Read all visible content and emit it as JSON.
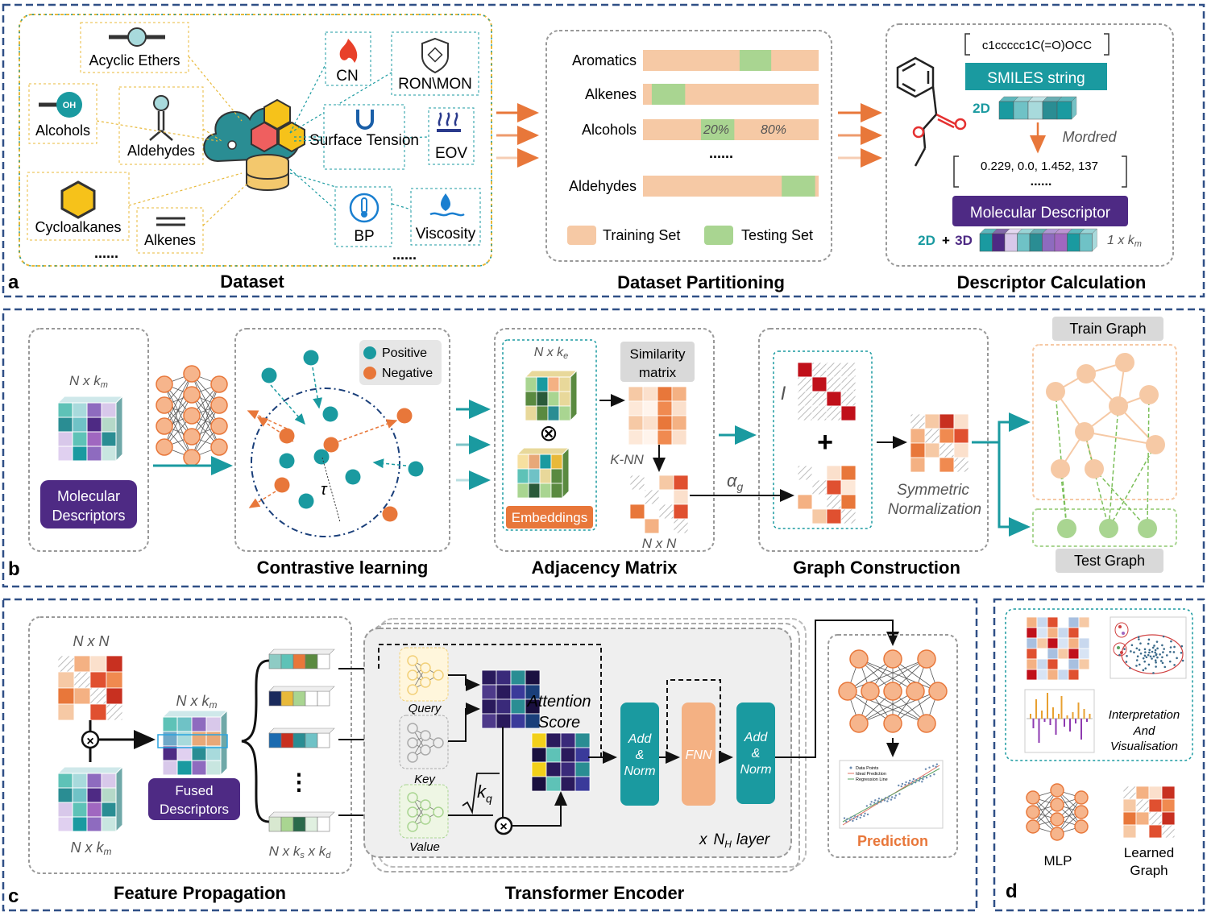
{
  "panel_a": {
    "letter": "a",
    "dataset_title": "Dataset",
    "partition_title": "Dataset Partitioning",
    "descriptor_title": "Descriptor Calculation",
    "families": [
      "Acyclic Ethers",
      "Alcohols",
      "Aldehydes",
      "Cycloalkanes",
      "Alkenes",
      "......"
    ],
    "oh_label": "OH",
    "properties": [
      "CN",
      "RON\\MON",
      "Surface Tension",
      "EOV",
      "BP",
      "Viscosity",
      "......"
    ],
    "partition_rows": [
      {
        "label": "Aromatics",
        "test_start": 0.55,
        "test_end": 0.73
      },
      {
        "label": "Alkenes",
        "test_start": 0.05,
        "test_end": 0.24
      },
      {
        "label": "Alcohols",
        "test_start": 0.33,
        "test_end": 0.52
      },
      {
        "label": "Aldehydes",
        "test_start": 0.79,
        "test_end": 0.98
      }
    ],
    "alcohol_pct_test": "20%",
    "alcohol_pct_train": "80%",
    "ellipsis": "......",
    "legend_train": "Training Set",
    "legend_test": "Testing Set",
    "colors": {
      "train": "#f6c9a5",
      "test": "#a9d591",
      "teal": "#1a9aa0",
      "purple": "#4e2a84",
      "orange": "#e8773a"
    },
    "smiles_code": "c1ccccc1C(=O)OCC",
    "smiles_label": "SMILES string",
    "label_2d": "2D",
    "mordred": "Mordred",
    "descriptor_values": "0.229, 0.0, 1.452, 137",
    "descriptor_dots": "......",
    "molecular_descriptor": "Molecular Descriptor",
    "label_2d3d_a": "2D",
    "label_plus": "+",
    "label_2d3d_b": "3D",
    "dim_label": "1 x k",
    "dim_sub": "m"
  },
  "panel_b": {
    "letter": "b",
    "nk_label": "N x k",
    "nk_sub": "m",
    "mol_desc": [
      "Molecular",
      "Descriptors"
    ],
    "positive": "Positive",
    "negative": "Negative",
    "tau": "τ",
    "contrastive_title": "Contrastive learning",
    "nk_e": "N x k",
    "nk_e_sub": "e",
    "embeddings": "Embeddings",
    "similarity": [
      "Similarity",
      "matrix"
    ],
    "knn": "K-NN",
    "nxn": "N x N",
    "adjacency_title": "Adjacency Matrix",
    "alpha": "α",
    "alpha_sub": "g",
    "identity": "I",
    "plus": "+",
    "sym_norm": [
      "Symmetric",
      "Normalization"
    ],
    "graph_title": "Graph Construction",
    "train_graph": "Train Graph",
    "test_graph": "Test Graph"
  },
  "panel_c": {
    "letter": "c",
    "nxn": "N x N",
    "nk": "N x k",
    "nk_sub": "m",
    "fused": [
      "Fused",
      "Descriptors"
    ],
    "nks": "N x k",
    "nks_sub": "s",
    "nkd_x": " x k",
    "nkd_sub": "d",
    "query": "Query",
    "key": "Key",
    "value": "Value",
    "attention": [
      "Attention",
      "Score"
    ],
    "sqrt_k": "k",
    "sqrt_sub": "q",
    "add_norm": [
      "Add",
      "&",
      "Norm"
    ],
    "fnn": "FNN",
    "layer_x": "x",
    "layer_n": "N",
    "layer_sub": "H",
    "layer_word": "layer",
    "prediction": "Prediction",
    "legend_points": [
      "Data Points",
      "Ideal Prediction",
      "Regression Line"
    ],
    "feature_title": "Feature Propagation",
    "transformer_title": "Transformer Encoder",
    "vdots": "⋮"
  },
  "panel_d": {
    "letter": "d",
    "interp": [
      "Interpretation",
      "And",
      "Visualisation"
    ],
    "mlp": "MLP",
    "learned": [
      "Learned",
      "Graph"
    ]
  }
}
